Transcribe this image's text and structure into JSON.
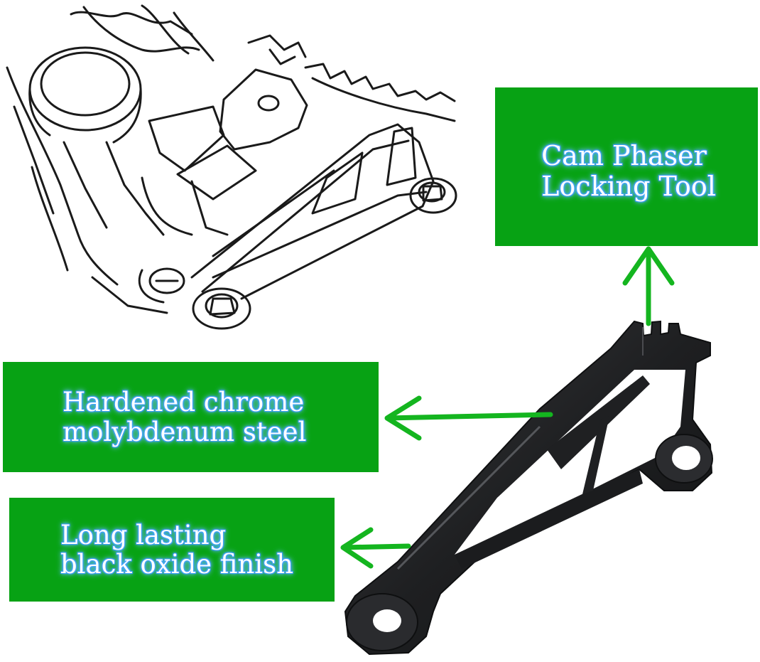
{
  "colors": {
    "callout_background": "#07a214",
    "arrow": "#14b51f",
    "callout_text": "#ffffff",
    "text_glow": "#3aa0ff",
    "tool": "#1e1f21",
    "sketch_line": "#1a1a1a"
  },
  "callouts": [
    {
      "id": "tool-name",
      "text": "Cam Phaser\nLocking Tool"
    },
    {
      "id": "material",
      "text": "Hardened chrome\nmolybdenum steel"
    },
    {
      "id": "finish",
      "text": "Long lasting\nblack oxide finish"
    }
  ],
  "images": {
    "engine_sketch": "line drawing of tool installed on engine",
    "tool_photo": "black cam phaser locking tool"
  }
}
